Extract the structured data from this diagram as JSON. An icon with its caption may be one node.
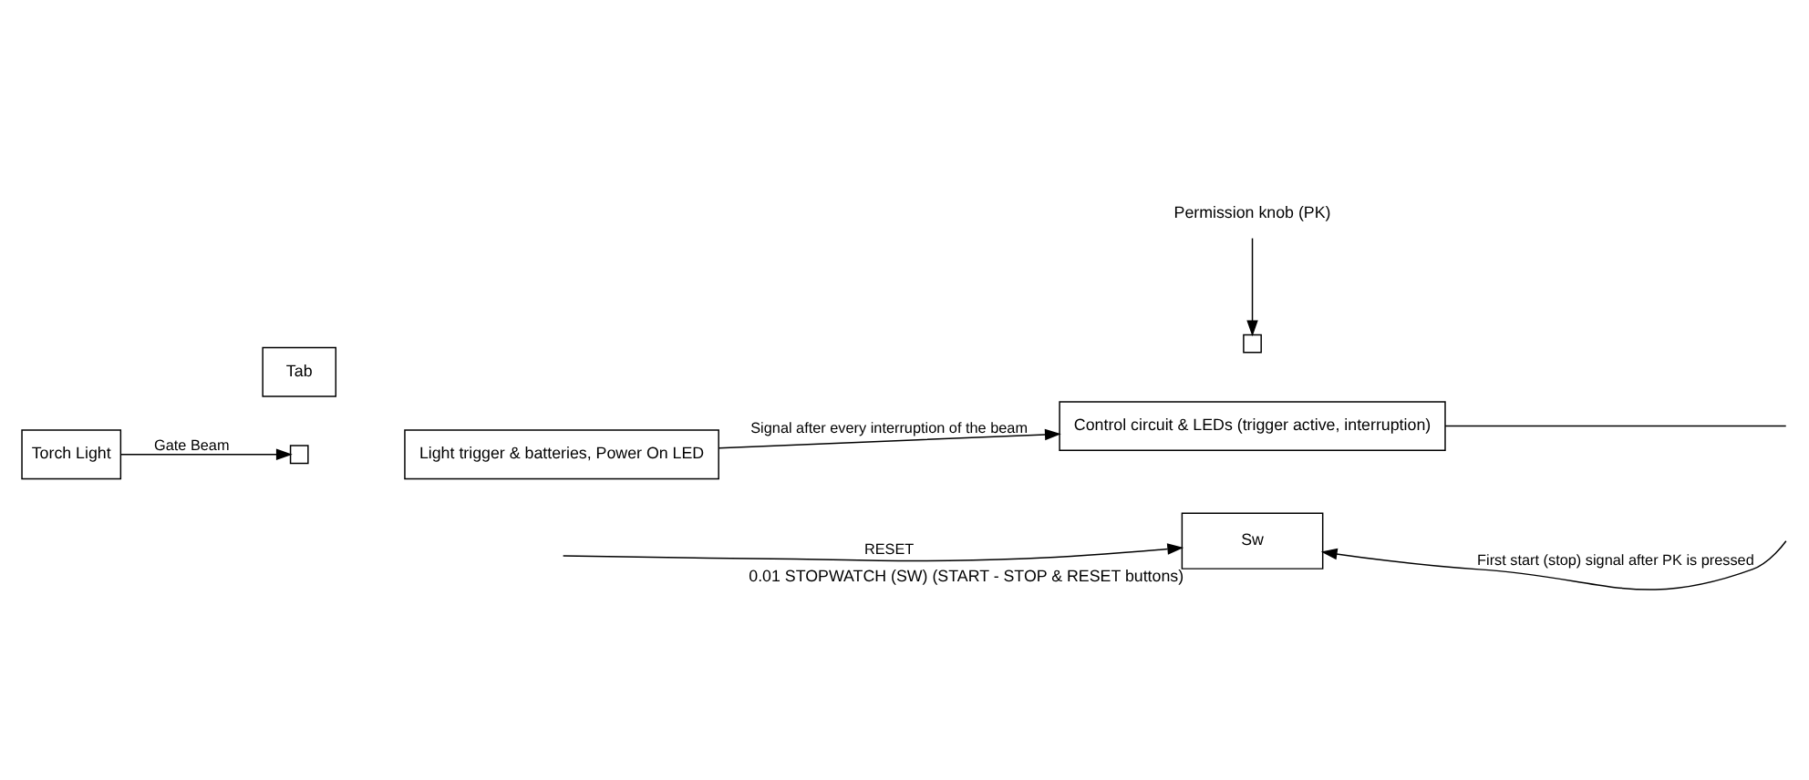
{
  "diagram": {
    "nodes": [
      {
        "text": [
          "Torch Light"
        ]
      },
      {
        "text": [
          "Tab"
        ]
      },
      {
        "text": [],
        "shape": "box"
      },
      {
        "text": [
          "Light trigger & batteries, Power On LED"
        ]
      },
      {
        "text": [
          "Control circuit & LEDs (trigger active, interruption)"
        ]
      },
      {
        "text": [
          "Permission knob (PK)"
        ]
      },
      {
        "text": [],
        "shape": "box"
      },
      {
        "text": [
          "Sw"
        ],
        "beside": [
          "0.01 STOPWATCH (SW) (START - STOP & RESET buttons)"
        ]
      }
    ],
    "edges": [
      {
        "from": 0,
        "to": 2,
        "arrow": "to",
        "label": "Gate Beam"
      },
      {
        "from": 3,
        "to": 4,
        "arrow": "to",
        "label": "Signal after every interruption of the beam"
      },
      {
        "from": 5,
        "to": 6,
        "arrow": "to"
      },
      {
        "from": 4,
        "to": null,
        "arrow": "none"
      },
      {
        "from": null,
        "to": 7,
        "arrow": "to",
        "label": "RESET"
      },
      {
        "from": null,
        "to": 7,
        "arrow": "to",
        "label": "First start (stop) signal after PK is pressed"
      }
    ]
  }
}
